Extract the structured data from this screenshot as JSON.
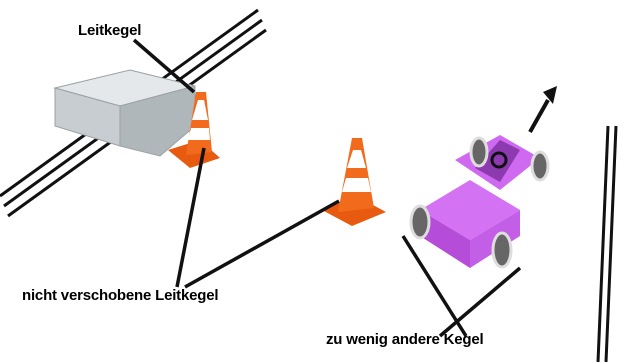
{
  "labels": {
    "leitkegel": "Leitkegel",
    "nicht_verschobene": "nicht verschobene Leitkegel",
    "zu_wenig": "zu wenig andere Kegel"
  },
  "colors": {
    "cone_orange": "#f26b1d",
    "cone_stripe": "#ffffff",
    "car_purple": "#cc55ee",
    "block_gray": "#c9ced0"
  }
}
